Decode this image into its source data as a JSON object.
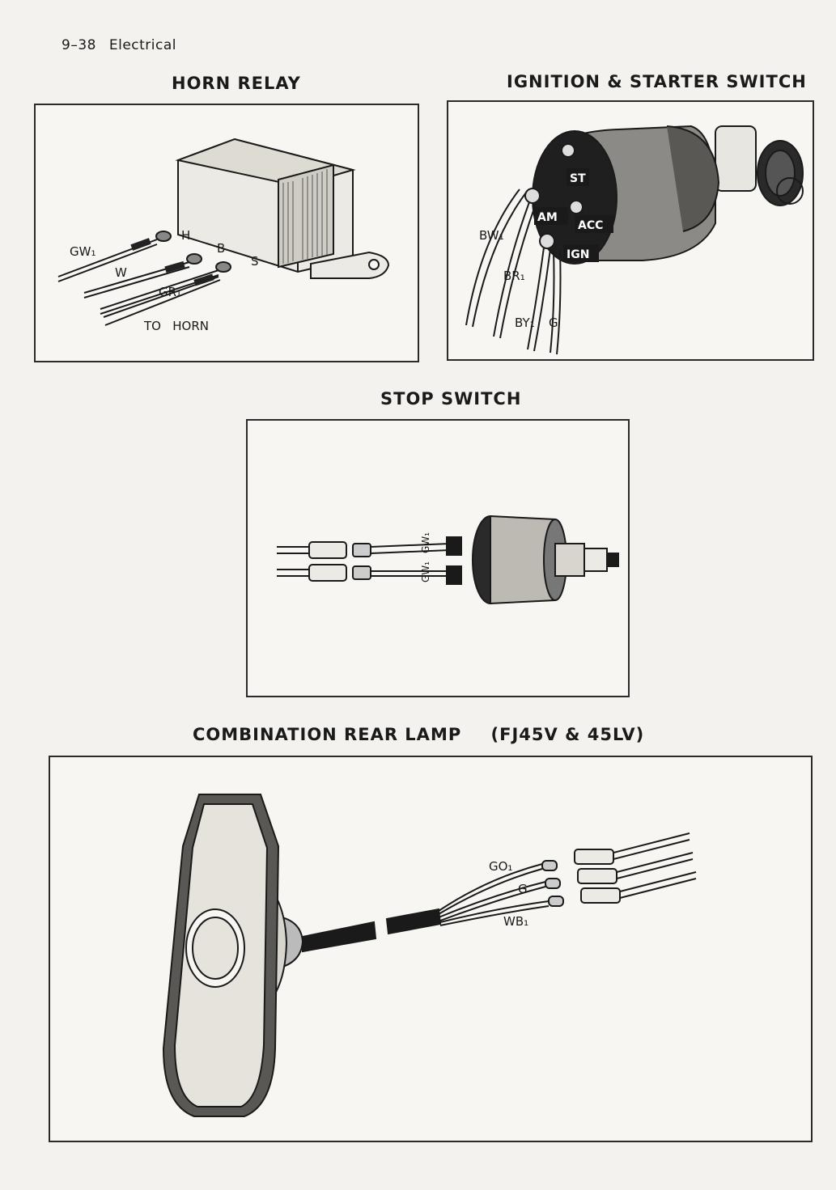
{
  "header": {
    "page_number": "9–38",
    "section": "Electrical"
  },
  "horn_relay": {
    "title": "HORN RELAY",
    "terminals": {
      "h": "H",
      "b": "B",
      "s": "S"
    },
    "wires": {
      "gw1": "GW₁",
      "w": "W",
      "gr1": "GR₁"
    },
    "to_horn": "TO   HORN"
  },
  "ignition_switch": {
    "title": "IGNITION & STARTER SWITCH",
    "terminals": {
      "st": "ST",
      "am": "AM",
      "acc": "ACC",
      "ign": "IGN"
    },
    "wires": {
      "bw1": "BW₁",
      "br1": "BR₁",
      "by1": "BY₁",
      "g": "G"
    }
  },
  "stop_switch": {
    "title": "STOP SWITCH",
    "wires": {
      "top": "GW₁",
      "bottom": "GW₁"
    }
  },
  "rear_lamp": {
    "title": "COMBINATION REAR LAMP",
    "model": "(FJ45V & 45LV)",
    "wires": {
      "go1": "GO₁",
      "g": "G",
      "wb1": "WB₁"
    }
  }
}
